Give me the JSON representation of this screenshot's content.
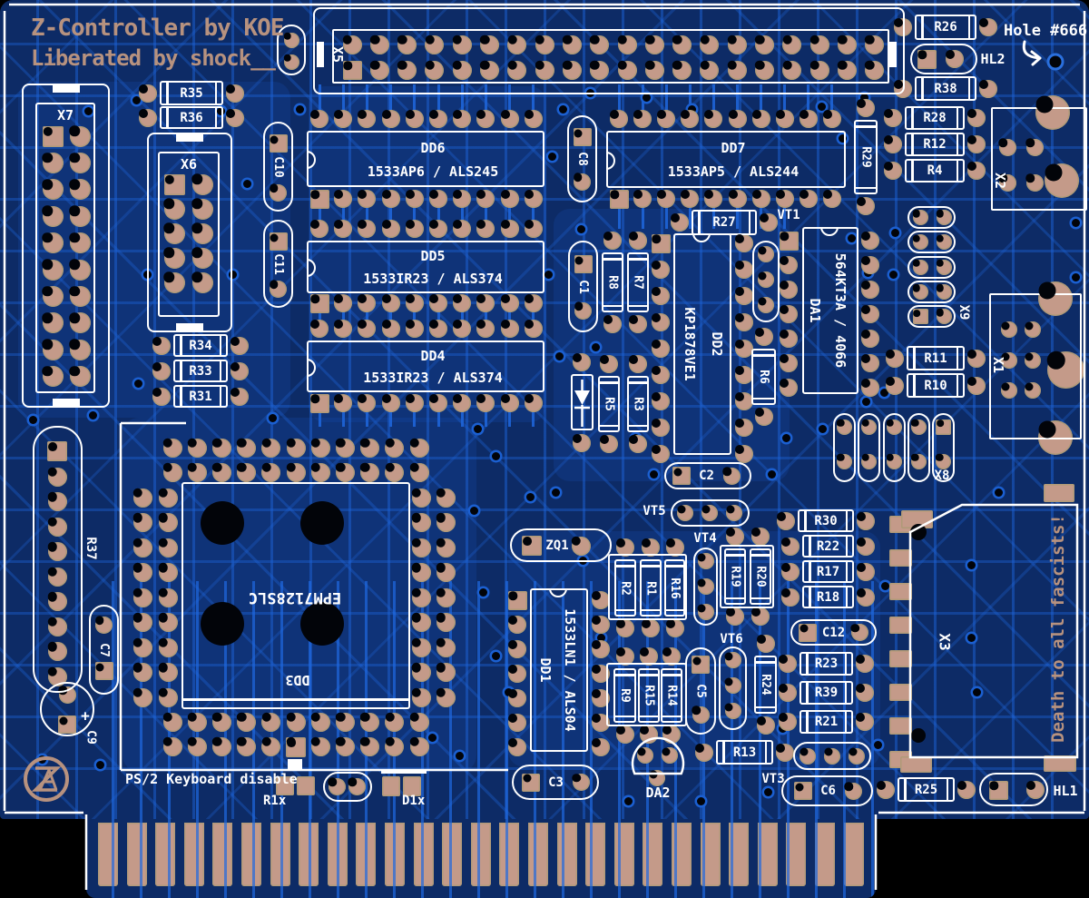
{
  "board": {
    "title_line1": "Z-Controller by KOE",
    "title_line2": "Liberated by shock__",
    "hole_note": "Hole #666",
    "ps2_note": "PS/2 Keyboard disable",
    "protest_note": "Death to all fascists!",
    "plus_mark": "+",
    "smd_labels": {
      "r1x": "R1x",
      "d1x": "D1x"
    }
  },
  "colors": {
    "substrate": "#0d2b66",
    "trace": "#1b5fd0",
    "copper": "#c49a89",
    "silkscreen": "#ffffff",
    "tan_silk": "#b7927f",
    "hole": "#020409"
  },
  "components": {
    "X1": {
      "ref": "X1"
    },
    "X2": {
      "ref": "X2"
    },
    "X3": {
      "ref": "X3"
    },
    "X5": {
      "ref": "X5"
    },
    "X6": {
      "ref": "X6"
    },
    "X7": {
      "ref": "X7"
    },
    "X8": {
      "ref": "X8"
    },
    "X9": {
      "ref": "X9"
    },
    "R1": {
      "ref": "R1"
    },
    "R2": {
      "ref": "R2"
    },
    "R3": {
      "ref": "R3"
    },
    "R4": {
      "ref": "R4"
    },
    "R5": {
      "ref": "R5"
    },
    "R6": {
      "ref": "R6"
    },
    "R7": {
      "ref": "R7"
    },
    "R8": {
      "ref": "R8"
    },
    "R9": {
      "ref": "R9"
    },
    "R10": {
      "ref": "R10"
    },
    "R11": {
      "ref": "R11"
    },
    "R12": {
      "ref": "R12"
    },
    "R13": {
      "ref": "R13"
    },
    "R14": {
      "ref": "R14"
    },
    "R15": {
      "ref": "R15"
    },
    "R16": {
      "ref": "R16"
    },
    "R17": {
      "ref": "R17"
    },
    "R18": {
      "ref": "R18"
    },
    "R19": {
      "ref": "R19"
    },
    "R20": {
      "ref": "R20"
    },
    "R21": {
      "ref": "R21"
    },
    "R22": {
      "ref": "R22"
    },
    "R23": {
      "ref": "R23"
    },
    "R24": {
      "ref": "R24"
    },
    "R25": {
      "ref": "R25"
    },
    "R26": {
      "ref": "R26"
    },
    "R27": {
      "ref": "R27"
    },
    "R28": {
      "ref": "R28"
    },
    "R29": {
      "ref": "R29"
    },
    "R30": {
      "ref": "R30"
    },
    "R31": {
      "ref": "R31"
    },
    "R33": {
      "ref": "R33"
    },
    "R34": {
      "ref": "R34"
    },
    "R35": {
      "ref": "R35"
    },
    "R36": {
      "ref": "R36"
    },
    "R37": {
      "ref": "R37"
    },
    "R38": {
      "ref": "R38"
    },
    "R39": {
      "ref": "R39"
    },
    "C1": {
      "ref": "C1"
    },
    "C2": {
      "ref": "C2"
    },
    "C3": {
      "ref": "C3"
    },
    "C5": {
      "ref": "C5"
    },
    "C6": {
      "ref": "C6"
    },
    "C7": {
      "ref": "C7"
    },
    "C8": {
      "ref": "C8"
    },
    "C9": {
      "ref": "C9"
    },
    "C10": {
      "ref": "C10"
    },
    "C11": {
      "ref": "C11"
    },
    "C12": {
      "ref": "C12"
    },
    "VT1": {
      "ref": "VT1"
    },
    "VT3": {
      "ref": "VT3"
    },
    "VT4": {
      "ref": "VT4"
    },
    "VT5": {
      "ref": "VT5"
    },
    "VT6": {
      "ref": "VT6"
    },
    "DD1": {
      "ref": "DD1",
      "part": "1533LN1 / ALS04"
    },
    "DD2": {
      "ref": "DD2",
      "part": "KP1878VE1"
    },
    "DD3": {
      "ref": "DD3",
      "part": "EPM7128SLC"
    },
    "DD4": {
      "ref": "DD4",
      "part": "1533IR23 / ALS374"
    },
    "DD5": {
      "ref": "DD5",
      "part": "1533IR23 / ALS374"
    },
    "DD6": {
      "ref": "DD6",
      "part": "1533AP6 / ALS245"
    },
    "DD7": {
      "ref": "DD7",
      "part": "1533AP5 / ALS244"
    },
    "DA1": {
      "ref": "DA1",
      "part": "564KT3A / 4066"
    },
    "DA2": {
      "ref": "DA2"
    },
    "HL1": {
      "ref": "HL1"
    },
    "HL2": {
      "ref": "HL2"
    },
    "ZQ1": {
      "ref": "ZQ1"
    }
  }
}
